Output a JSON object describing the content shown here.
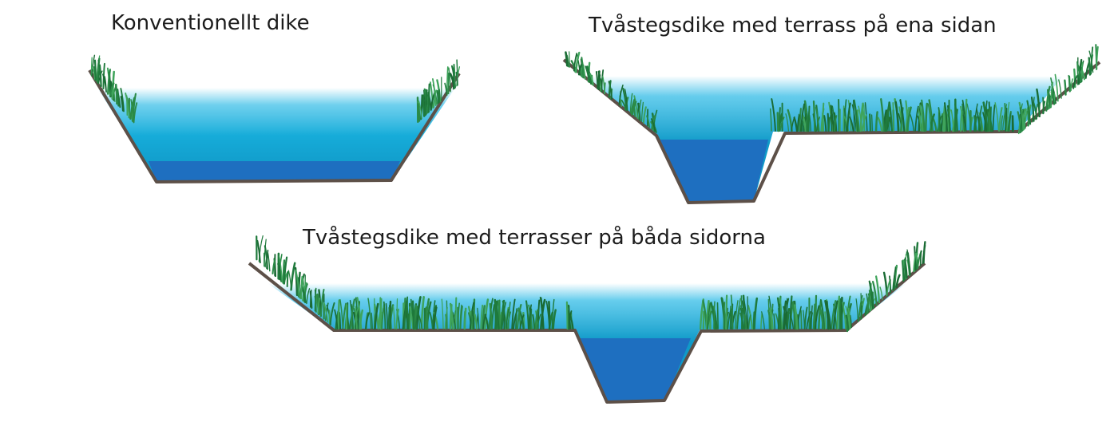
{
  "diagrams": [
    {
      "id": "conventional",
      "title": "Konventionellt dike"
    },
    {
      "id": "two-stage-one-side",
      "title": "Tvåstegsdike med terrass på ena sidan"
    },
    {
      "id": "two-stage-both-sides",
      "title": "Tvåstegsdike med terrasser på båda sidorna"
    }
  ],
  "colors": {
    "water_light": "#3fc0e8",
    "water_mid": "#12a2d3",
    "water_deep": "#1e6fc0",
    "soil": "#5d5048",
    "grass_dark": "#1f7a3c",
    "grass_light": "#3fa45b"
  }
}
